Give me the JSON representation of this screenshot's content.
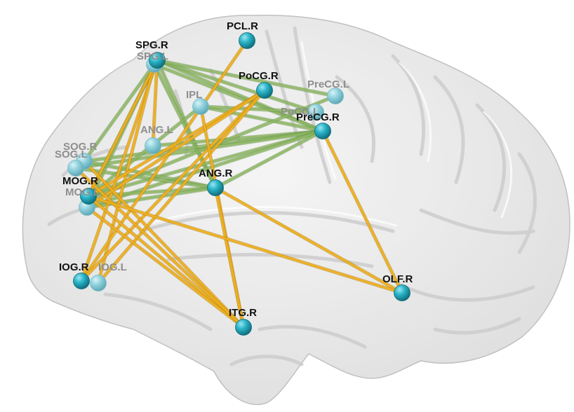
{
  "colors": {
    "node": "#2bb3c8",
    "node_back": "#8fd3de",
    "edge_gold": "#f0b221",
    "edge_green": "#92bb68",
    "brain_fill": "#e9e9e9",
    "brain_stroke": "#c5c5c5"
  },
  "nodes": [
    {
      "id": "SPG.R",
      "label": "SPG.R",
      "depth": "front"
    },
    {
      "id": "SPG.L",
      "label": "SPG.L",
      "depth": "back"
    },
    {
      "id": "PCL.R",
      "label": "PCL.R",
      "depth": "front"
    },
    {
      "id": "PoCG.R",
      "label": "PoCG.R",
      "depth": "front"
    },
    {
      "id": "PreCG.L",
      "label": "PreCG.L",
      "depth": "back"
    },
    {
      "id": "IPL",
      "label": "IPL",
      "depth": "back"
    },
    {
      "id": "PoCG.L",
      "label": "PoCG.L",
      "depth": "back"
    },
    {
      "id": "PreCG.R",
      "label": "PreCG.R",
      "depth": "front"
    },
    {
      "id": "ANG.L",
      "label": "ANG.L",
      "depth": "back"
    },
    {
      "id": "SOG.R",
      "label": "SOG.R",
      "depth": "back"
    },
    {
      "id": "SOG.L",
      "label": "SOG.L",
      "depth": "back"
    },
    {
      "id": "MOG.R",
      "label": "MOG.R",
      "depth": "front"
    },
    {
      "id": "MOG.L",
      "label": "MOG.L",
      "depth": "back"
    },
    {
      "id": "ANG.R",
      "label": "ANG.R",
      "depth": "front"
    },
    {
      "id": "IOG.R",
      "label": "IOG.R",
      "depth": "front"
    },
    {
      "id": "IOG.L",
      "label": "IOG.L",
      "depth": "back"
    },
    {
      "id": "ITG.R",
      "label": "ITG.R",
      "depth": "front"
    },
    {
      "id": "OLF.R",
      "label": "OLF.R",
      "depth": "front"
    }
  ],
  "edges_green": [
    [
      "SPG.R",
      "PreCG.R"
    ],
    [
      "SPG.L",
      "PreCG.R"
    ],
    [
      "SPG.R",
      "PoCG.L"
    ],
    [
      "SPG.R",
      "PreCG.L"
    ],
    [
      "SPG.R",
      "ANG.R"
    ],
    [
      "SPG.L",
      "ANG.R"
    ],
    [
      "SPG.R",
      "MOG.R"
    ],
    [
      "SPG.L",
      "MOG.L"
    ],
    [
      "SPG.R",
      "SOG.R"
    ],
    [
      "IPL",
      "PreCG.R"
    ],
    [
      "IPL",
      "PoCG.L"
    ],
    [
      "ANG.L",
      "PreCG.R"
    ],
    [
      "SOG.R",
      "PreCG.R"
    ],
    [
      "SOG.L",
      "PreCG.R"
    ],
    [
      "MOG.R",
      "PreCG.R"
    ],
    [
      "MOG.L",
      "PreCG.R"
    ],
    [
      "MOG.R",
      "PreCG.L"
    ],
    [
      "MOG.R",
      "ANG.R"
    ],
    [
      "SOG.R",
      "ANG.R"
    ],
    [
      "SOG.L",
      "ANG.R"
    ],
    [
      "MOG.L",
      "ANG.R"
    ],
    [
      "ANG.R",
      "PreCG.R"
    ],
    [
      "IPL",
      "MOG.R"
    ]
  ],
  "edges_gold": [
    [
      "SPG.R",
      "IOG.R"
    ],
    [
      "SPG.L",
      "IOG.L"
    ],
    [
      "SPG.R",
      "MOG.R"
    ],
    [
      "SPG.R",
      "ANG.L"
    ],
    [
      "PCL.R",
      "IOG.R"
    ],
    [
      "PoCG.R",
      "IOG.R"
    ],
    [
      "PoCG.R",
      "IOG.L"
    ],
    [
      "PoCG.R",
      "MOG.R"
    ],
    [
      "PoCG.R",
      "MOG.L"
    ],
    [
      "IPL",
      "ITG.R"
    ],
    [
      "MOG.R",
      "ITG.R"
    ],
    [
      "MOG.L",
      "ITG.R"
    ],
    [
      "SOG.R",
      "ITG.R"
    ],
    [
      "SOG.L",
      "ITG.R"
    ],
    [
      "ANG.R",
      "ITG.R"
    ],
    [
      "ANG.R",
      "OLF.R"
    ],
    [
      "PreCG.R",
      "OLF.R"
    ],
    [
      "MOG.R",
      "OLF.R"
    ]
  ]
}
